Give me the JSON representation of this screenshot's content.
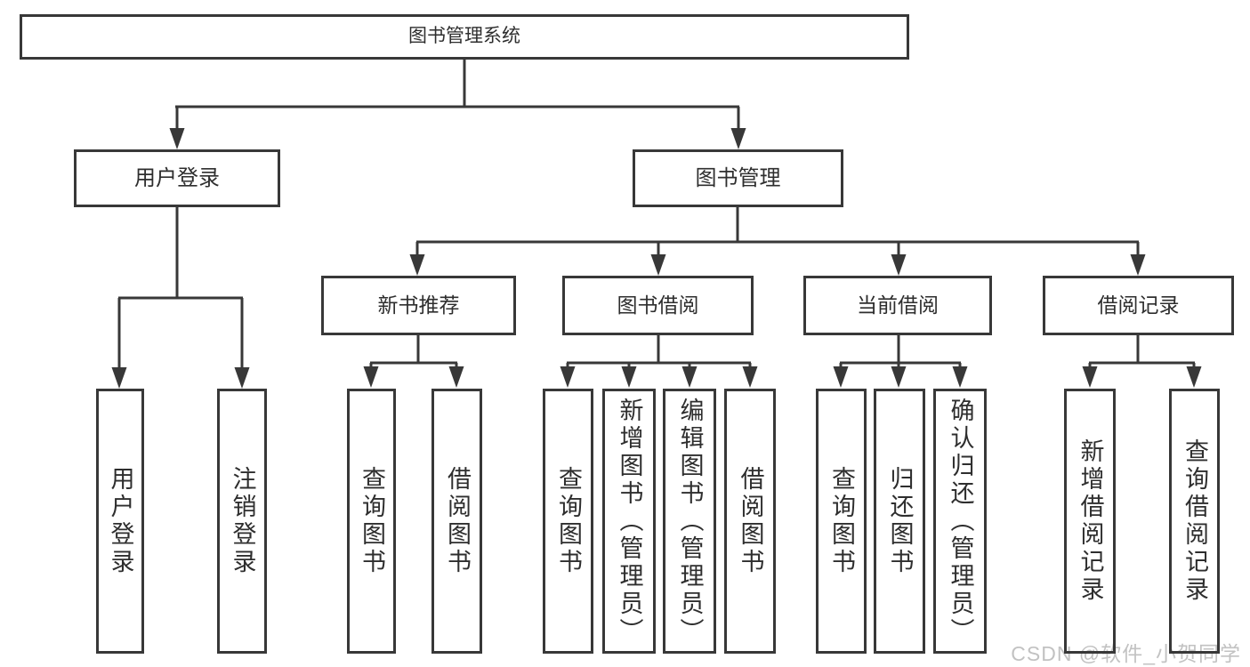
{
  "diagram": {
    "title": "图书管理系统",
    "type": "hierarchy-tree"
  },
  "nodes": {
    "root": {
      "label": "图书管理系统"
    },
    "user_login": {
      "label": "用户登录"
    },
    "book_management": {
      "label": "图书管理"
    },
    "login_leaf": {
      "label": "用户登录"
    },
    "logout_leaf": {
      "label": "注销登录"
    },
    "new_book_recommend": {
      "label": "新书推荐"
    },
    "book_borrow": {
      "label": "图书借阅"
    },
    "current_borrow": {
      "label": "当前借阅"
    },
    "borrow_records": {
      "label": "借阅记录"
    },
    "nb_query_books": {
      "label": "查询图书"
    },
    "nb_borrow_books": {
      "label": "借阅图书"
    },
    "bb_query_books": {
      "label": "查询图书"
    },
    "bb_add_books": {
      "label": "新增图书（管理员）"
    },
    "bb_edit_books": {
      "label": "编辑图书（管理员）"
    },
    "bb_borrow_books": {
      "label": "借阅图书"
    },
    "cb_query_books": {
      "label": "查询图书"
    },
    "cb_return_books": {
      "label": "归还图书"
    },
    "cb_confirm_return": {
      "label": "确认归还（管理员）"
    },
    "br_add_record": {
      "label": "新增借阅记录"
    },
    "br_query_record": {
      "label": "查询借阅记录"
    }
  },
  "hierarchy": [
    {
      "parent": "图书管理系统",
      "children": [
        "用户登录",
        "图书管理"
      ]
    },
    {
      "parent": "用户登录",
      "children": [
        "用户登录",
        "注销登录"
      ]
    },
    {
      "parent": "图书管理",
      "children": [
        "新书推荐",
        "图书借阅",
        "当前借阅",
        "借阅记录"
      ]
    },
    {
      "parent": "新书推荐",
      "children": [
        "查询图书",
        "借阅图书"
      ]
    },
    {
      "parent": "图书借阅",
      "children": [
        "查询图书",
        "新增图书（管理员）",
        "编辑图书（管理员）",
        "借阅图书"
      ]
    },
    {
      "parent": "当前借阅",
      "children": [
        "查询图书",
        "归还图书",
        "确认归还（管理员）"
      ]
    },
    {
      "parent": "借阅记录",
      "children": [
        "新增借阅记录",
        "查询借阅记录"
      ]
    }
  ],
  "watermark": {
    "text": "CSDN @软件_小贺同学"
  },
  "colors": {
    "line": "#383838",
    "text": "#2e2e2e",
    "box_bg": "#ffffff",
    "watermark": "#c2c2c2"
  }
}
